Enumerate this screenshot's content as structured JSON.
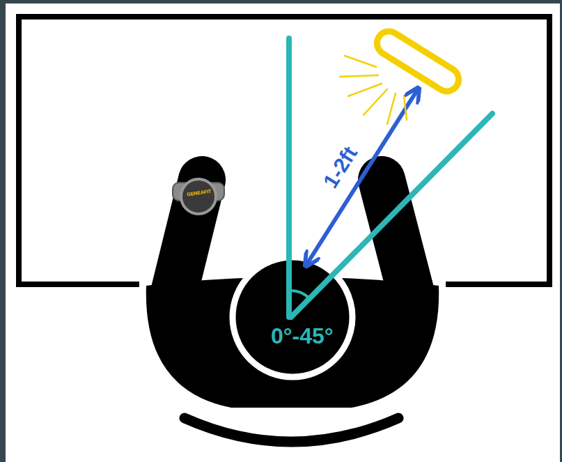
{
  "diagram": {
    "labels": [
      "1-2ft",
      "0°-45°",
      "GENEAFIT"
    ]
  }
}
